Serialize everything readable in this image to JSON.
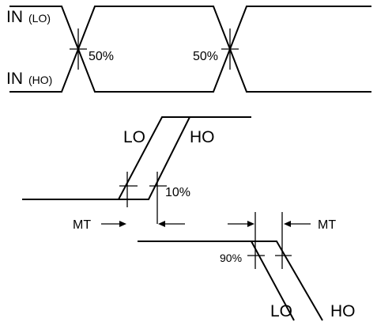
{
  "input_labels": {
    "in_main": "IN",
    "lo_sub": "(LO)",
    "ho_sub": "(HO)"
  },
  "thresholds": {
    "cross_left": "50%",
    "cross_right": "50%",
    "rise_low": "10%",
    "fall_high": "90%"
  },
  "outputs": {
    "rise_lo": "LO",
    "rise_ho": "HO",
    "fall_lo": "LO",
    "fall_ho": "HO"
  },
  "mismatch": {
    "left": "MT",
    "right": "MT"
  }
}
